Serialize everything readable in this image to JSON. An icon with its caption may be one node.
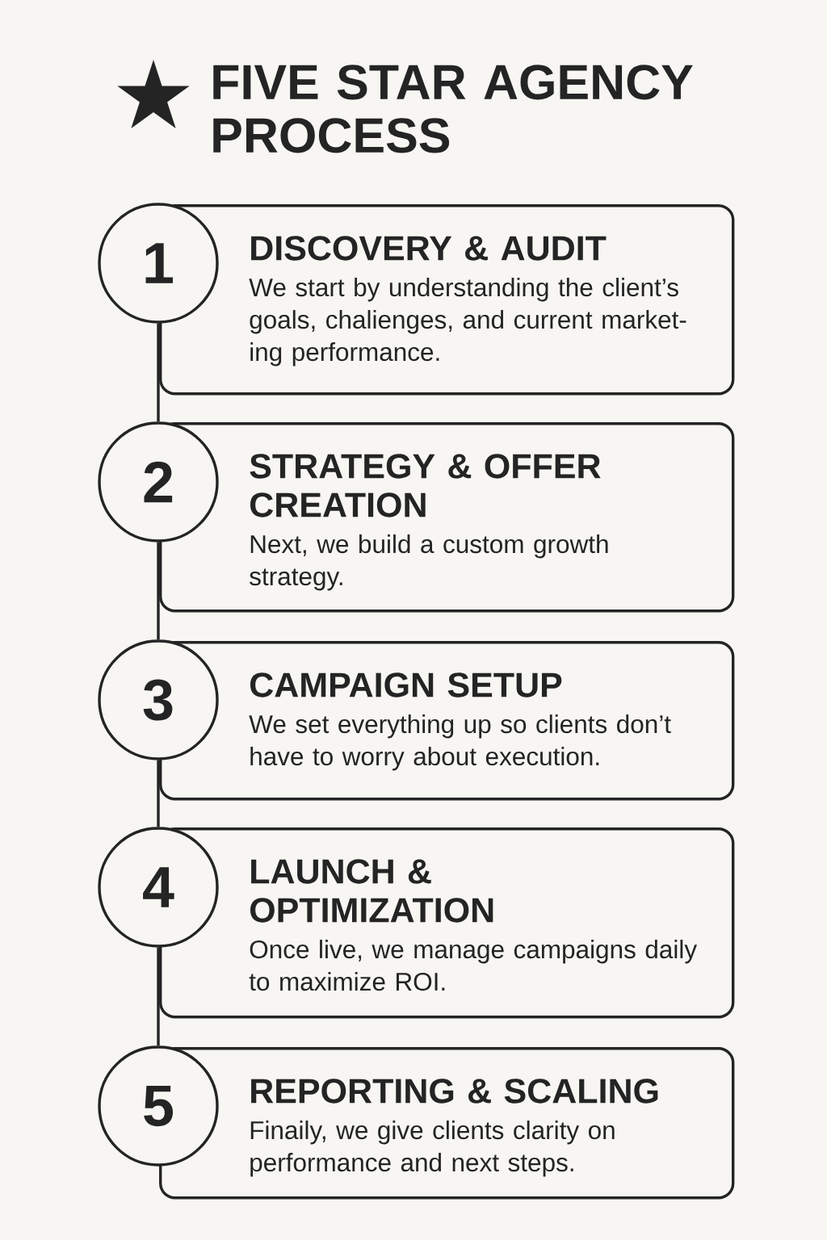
{
  "diagram": {
    "title": "FIVE STAR AGENCY PROCESS",
    "nodes": [
      {
        "text": [
          "1"
        ]
      },
      {
        "text": [
          "DISCOVERY & AUDIT",
          "We start by understanding the client’s goals, chalienges, and current market-ing performance."
        ]
      },
      {
        "text": [
          "2"
        ]
      },
      {
        "text": [
          "STRATEGY & OFFER CREATION",
          "Next, we build a custom growth strategy."
        ]
      },
      {
        "text": [
          "3"
        ]
      },
      {
        "text": [
          "CAMPAIGN SETUP",
          "We set everything up so clients don’t have to worry about execution."
        ]
      },
      {
        "text": [
          "4"
        ]
      },
      {
        "text": [
          "LAUNCH & OPTIMIZATION",
          "Once live, we manage campaigns daily to maximize ROI."
        ]
      },
      {
        "text": [
          "5"
        ]
      },
      {
        "text": [
          "REPORTING & SCALING",
          "Finaily, we give clients clarity on performance and next steps."
        ]
      }
    ],
    "edges": [
      {
        "from": 0,
        "to": 2,
        "arrow": "none"
      },
      {
        "from": 2,
        "to": 4,
        "arrow": "none"
      },
      {
        "from": 4,
        "to": 6,
        "arrow": "none"
      },
      {
        "from": 6,
        "to": 8,
        "arrow": "none"
      }
    ]
  }
}
